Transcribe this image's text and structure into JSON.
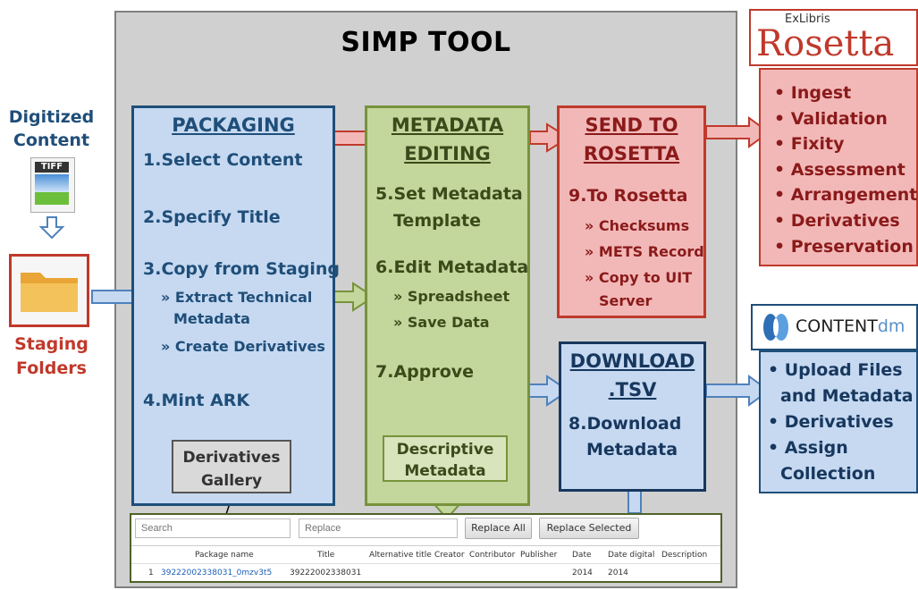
{
  "tool_title": "SIMP TOOL",
  "left": {
    "digitized_label_1": "Digitized",
    "digitized_label_2": "Content",
    "tiff_label": "TIFF",
    "staging_label_1": "Staging",
    "staging_label_2": "Folders"
  },
  "packaging": {
    "title": "PACKAGING",
    "step1": "1.Select Content",
    "step2": "2.Specify Title",
    "step3": "3.Copy from Staging",
    "sub1a": "» Extract Technical",
    "sub1b": "Metadata",
    "sub2": "» Create Derivatives",
    "step4": "4.Mint ARK",
    "callout_1": "Derivatives",
    "callout_2": "Gallery"
  },
  "metadata": {
    "title_1": "METADATA",
    "title_2": "EDITING",
    "step5a": "5.Set Metadata",
    "step5b": "Template",
    "step6": "6.Edit Metadata",
    "sub1": "» Spreadsheet",
    "sub2": "» Save Data",
    "step7": "7.Approve",
    "callout_1": "Descriptive",
    "callout_2": "Metadata"
  },
  "send": {
    "title_1": "SEND TO",
    "title_2": "ROSETTA",
    "step9": "9.To Rosetta",
    "sub1": "» Checksums",
    "sub2": "» METS Record",
    "sub3a": "» Copy to UIT",
    "sub3b": "Server"
  },
  "download": {
    "title_1": "DOWNLOAD",
    "title_2": ".TSV",
    "step8a": "8.Download",
    "step8b": "Metadata"
  },
  "rosetta": {
    "logo_small": "ExLibris",
    "logo_big": "Rosetta",
    "items": [
      "• Ingest",
      "• Validation",
      "• Fixity",
      "• Assessment",
      "• Arrangement",
      "• Derivatives",
      "• Preservation"
    ]
  },
  "contentdm": {
    "logo_a": "CONTENT",
    "logo_b": "dm",
    "items": [
      "• Upload Files",
      "and Metadata",
      "• Derivatives",
      "• Assign",
      "Collection"
    ]
  },
  "sheet": {
    "search_placeholder": "Search",
    "replace_placeholder": "Replace",
    "replace_all": "Replace All",
    "replace_selected": "Replace Selected",
    "headers": [
      "Package name",
      "Title",
      "Alternative title",
      "Creator",
      "Contributor",
      "Publisher",
      "Date",
      "Date digital",
      "Description"
    ],
    "row": {
      "num": "1",
      "package": "39222002338031_0mzv3t5",
      "title": "39222002338031",
      "date": "2014",
      "date_digital": "2014"
    }
  },
  "colors": {
    "packaging": "#c6d9f1",
    "metadata": "#c3d69b",
    "send": "#f2b8b8",
    "frame": "#d0d0d0"
  }
}
